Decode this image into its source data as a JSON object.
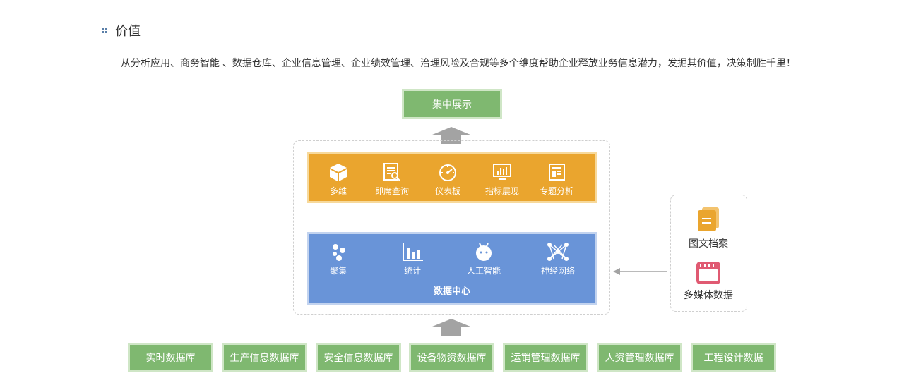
{
  "section": {
    "title": "价值",
    "intro": "从分析应用、商务智能 、数据仓库、企业信息管理、企业绩效管理、治理风险及合规等多个维度帮助企业释放业务信息潜力，发掘其价值，决策制胜千里！"
  },
  "diagram": {
    "top_box": "集中展示",
    "tools": [
      {
        "label": "多维",
        "icon": "cube-icon"
      },
      {
        "label": "即席查询",
        "icon": "document-search-icon"
      },
      {
        "label": "仪表板",
        "icon": "gauge-icon"
      },
      {
        "label": "指标展现",
        "icon": "monitor-chart-icon"
      },
      {
        "label": "专题分析",
        "icon": "report-icon"
      }
    ],
    "data_center": {
      "label": "数据中心",
      "items": [
        {
          "label": "聚集",
          "icon": "cluster-icon"
        },
        {
          "label": "统计",
          "icon": "bar-chart-icon"
        },
        {
          "label": "人工智能",
          "icon": "android-icon"
        },
        {
          "label": "神经网络",
          "icon": "network-icon"
        }
      ]
    },
    "side_sources": [
      {
        "label": "图文档案",
        "icon": "document-icon"
      },
      {
        "label": "多媒体数据",
        "icon": "media-icon"
      }
    ],
    "databases": [
      "实时数据库",
      "生产信息数据库",
      "安全信息数据库",
      "设备物资数据库",
      "运销管理数据库",
      "人资管理数据库",
      "工程设计数据"
    ]
  },
  "colors": {
    "green": "#7fb870",
    "orange": "#eaa52e",
    "blue": "#6994d8",
    "arrow": "#a3a3a3",
    "doc_icon": "#eaa52e",
    "media_icon": "#e05a72"
  }
}
